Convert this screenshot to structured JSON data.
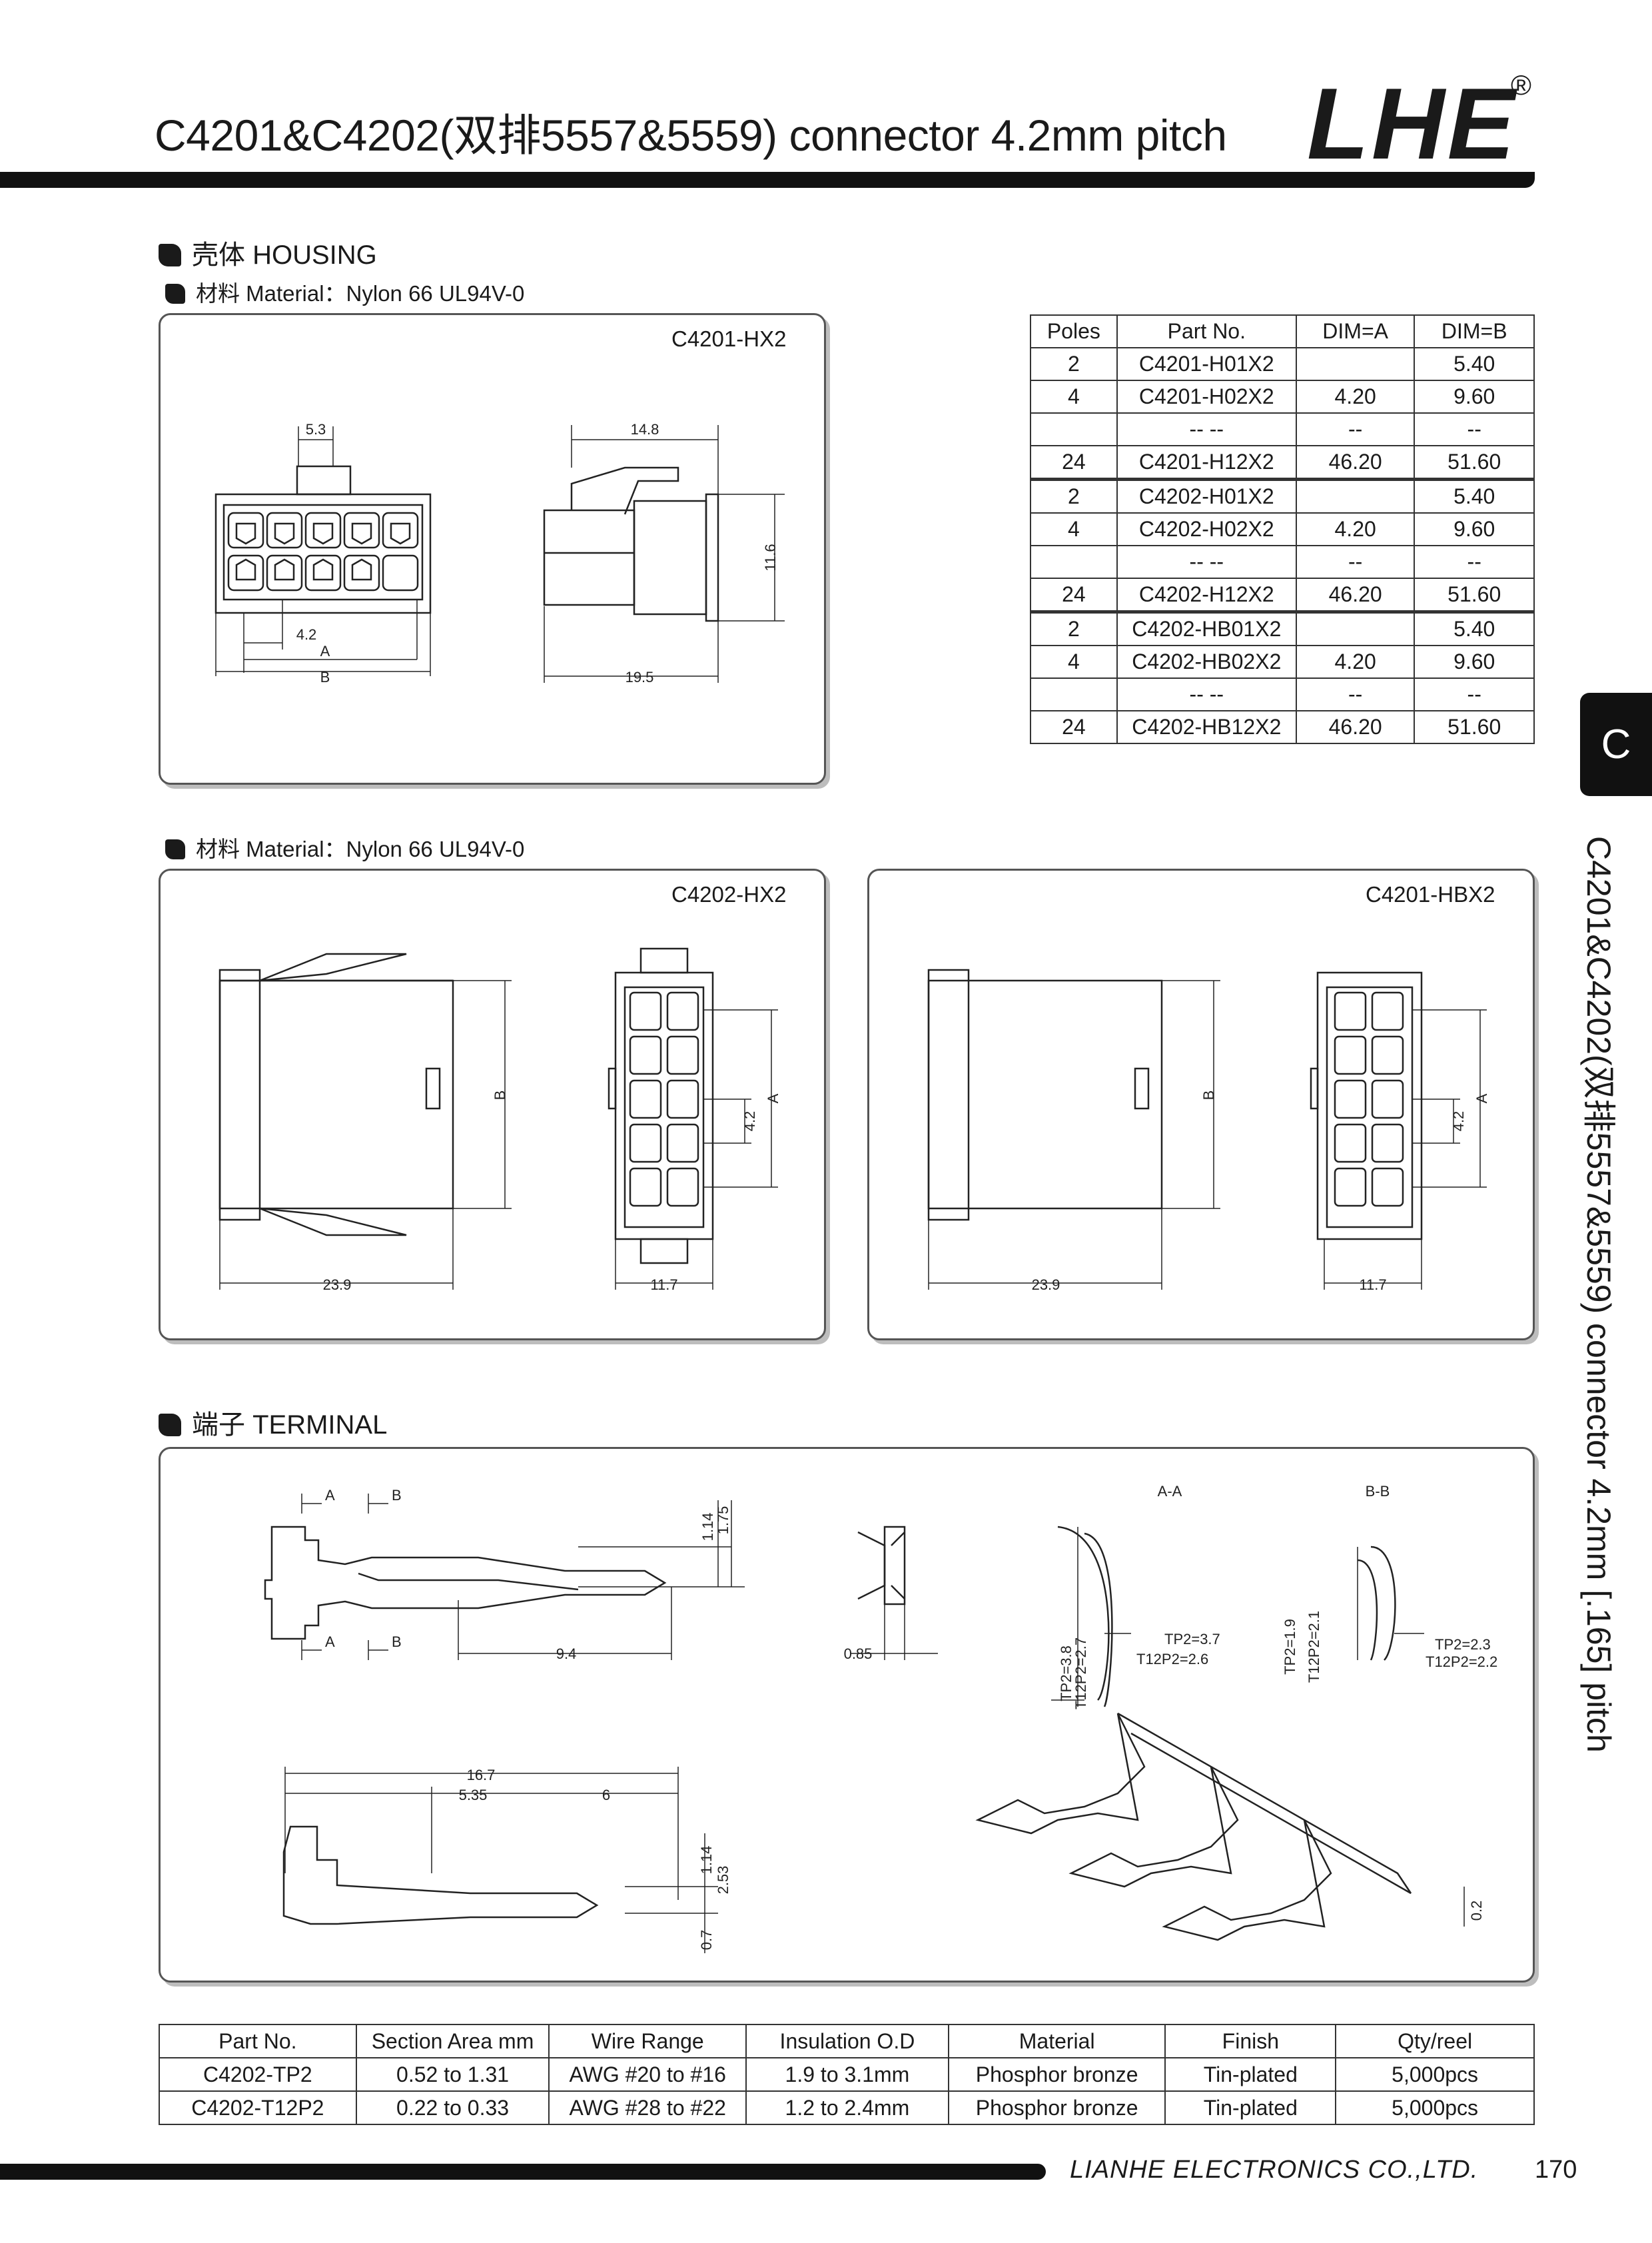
{
  "header": {
    "title": "C4201&C4202(双排5557&5559) connector 4.2mm pitch",
    "logo": "LHE",
    "registered": "®"
  },
  "side_tab": {
    "letter": "C",
    "vertical_title": "C4201&C4202(双排5557&5559) connector 4.2mm [.165] pitch"
  },
  "housing": {
    "heading": "壳体 HOUSING",
    "material_1": "材料 Material：Nylon 66 UL94V-0",
    "material_2": "材料 Material：Nylon 66 UL94V-0",
    "panel_1": {
      "label": "C4201-HX2",
      "dims": [
        "5.3",
        "14.8",
        "4.2",
        "A",
        "B",
        "19.5",
        "11.6"
      ]
    },
    "panel_2": {
      "label": "C4202-HX2",
      "dims": [
        "23.9",
        "B",
        "11.7",
        "4.2",
        "A"
      ]
    },
    "panel_3": {
      "label": "C4201-HBX2",
      "dims": [
        "23.9",
        "B",
        "11.7",
        "4.2",
        "A"
      ]
    }
  },
  "parts_table": {
    "headers": [
      "Poles",
      "Part No.",
      "DIM=A",
      "DIM=B"
    ],
    "groups": [
      [
        [
          "2",
          "C4201-H01X2",
          "",
          "5.40"
        ],
        [
          "4",
          "C4201-H02X2",
          "4.20",
          "9.60"
        ],
        [
          "",
          "-- --",
          "--",
          "--"
        ],
        [
          "24",
          "C4201-H12X2",
          "46.20",
          "51.60"
        ]
      ],
      [
        [
          "2",
          "C4202-H01X2",
          "",
          "5.40"
        ],
        [
          "4",
          "C4202-H02X2",
          "4.20",
          "9.60"
        ],
        [
          "",
          "-- --",
          "--",
          "--"
        ],
        [
          "24",
          "C4202-H12X2",
          "46.20",
          "51.60"
        ]
      ],
      [
        [
          "2",
          "C4202-HB01X2",
          "",
          "5.40"
        ],
        [
          "4",
          "C4202-HB02X2",
          "4.20",
          "9.60"
        ],
        [
          "",
          "-- --",
          "--",
          "--"
        ],
        [
          "24",
          "C4202-HB12X2",
          "46.20",
          "51.60"
        ]
      ]
    ]
  },
  "terminal": {
    "heading": "端子 TERMINAL",
    "dims": {
      "a": "A",
      "b": "B",
      "d114": "1.14",
      "d175": "1.75",
      "d94": "9.4",
      "d085": "0.85",
      "aa": "A-A",
      "bb": "B-B",
      "tp38": "TP2=3.8",
      "t127": "T12P2=2.7",
      "tp37": "TP2=3.7",
      "t126": "T12P2=2.6",
      "tp19": "TP2=1.9",
      "t121": "T12P2=2.1",
      "tp23": "TP2=2.3",
      "t122": "T12P2=2.2",
      "d167": "16.7",
      "d535": "5.35",
      "d6": "6",
      "d114b": "1.14",
      "d253": "2.53",
      "d07": "0.7",
      "d02": "0.2"
    }
  },
  "terminal_table": {
    "headers": [
      "Part No.",
      "Section Area mm",
      "Wire Range",
      "Insulation O.D",
      "Material",
      "Finish",
      "Qty/reel"
    ],
    "rows": [
      [
        "C4202-TP2",
        "0.52 to 1.31",
        "AWG #20 to #16",
        "1.9 to 3.1mm",
        "Phosphor bronze",
        "Tin-plated",
        "5,000pcs"
      ],
      [
        "C4202-T12P2",
        "0.22 to 0.33",
        "AWG #28 to #22",
        "1.2 to 2.4mm",
        "Phosphor bronze",
        "Tin-plated",
        "5,000pcs"
      ]
    ]
  },
  "footer": {
    "company": "LIANHE ELECTRONICS CO.,LTD.",
    "page": "170"
  }
}
